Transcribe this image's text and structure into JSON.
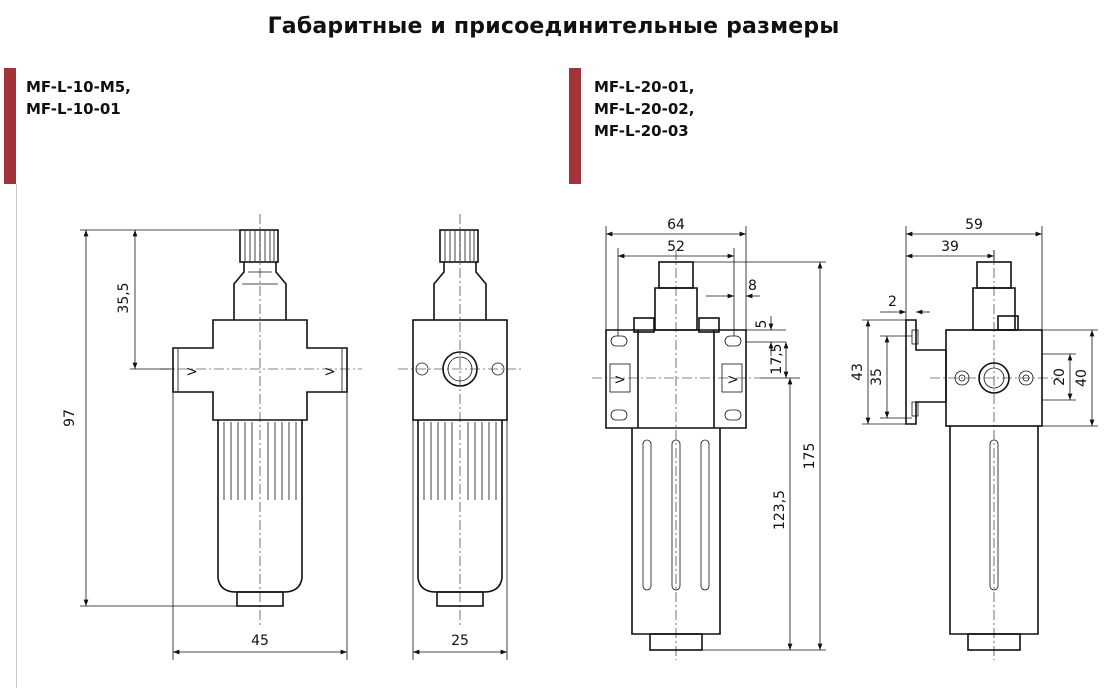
{
  "title": "Габаритные и присоединительные размеры",
  "accent_color": "#a3333a",
  "models_left": [
    "MF-L-10-M5,",
    "MF-L-10-01"
  ],
  "models_right": [
    "MF-L-20-01,",
    "MF-L-20-02,",
    "MF-L-20-03"
  ],
  "dims_left": {
    "height": "97",
    "top": "35,5",
    "width_front": "45",
    "width_side": "25"
  },
  "dims_right": {
    "w64": "64",
    "w52": "52",
    "d8": "8",
    "d5": "5",
    "d17_5": "17,5",
    "h123_5": "123,5",
    "h175": "175",
    "w59": "59",
    "w39": "39",
    "d2": "2",
    "h43": "43",
    "h35": "35",
    "h20": "20",
    "h40": "40"
  }
}
